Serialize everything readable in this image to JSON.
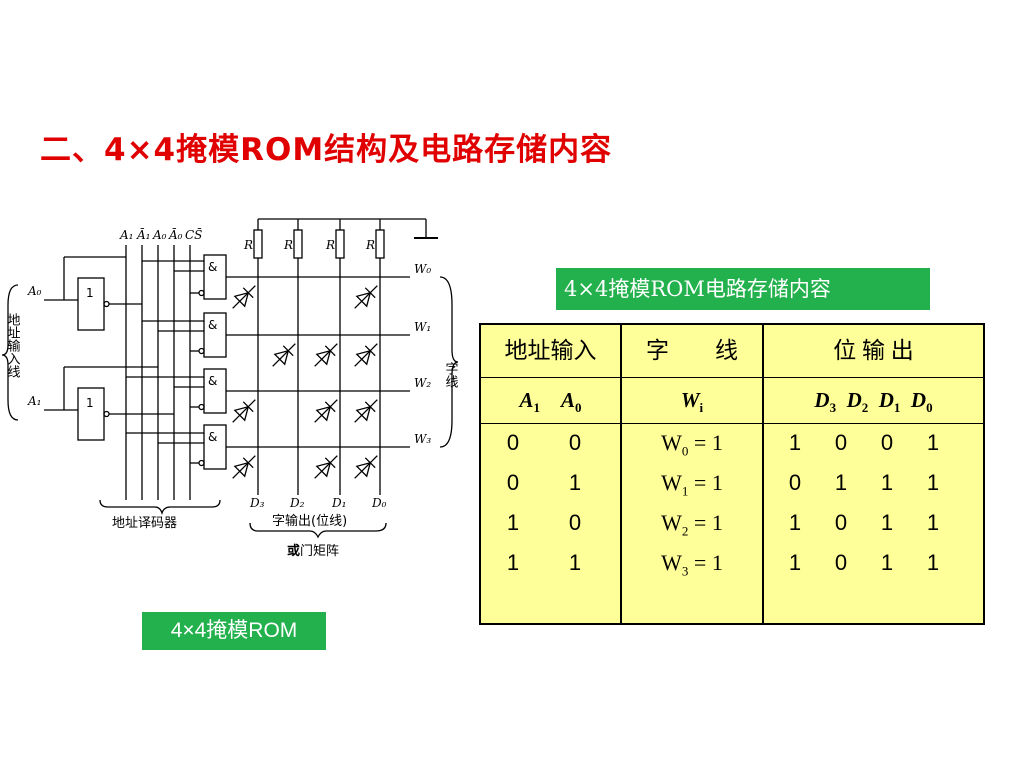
{
  "slide": {
    "title": "二、4×4掩模ROM结构及电路存储内容",
    "label_content": "4×4掩模ROM电路存储内容",
    "label_rom": "4×4掩模ROM"
  },
  "diagram": {
    "top_signals": [
      "A₁",
      "Ā₁",
      "A₀",
      "Ā₀",
      "CS̄"
    ],
    "resistor_label": "R",
    "word_lines": [
      "W₀",
      "W₁",
      "W₂",
      "W₃"
    ],
    "bit_lines": [
      "D₃",
      "D₂",
      "D₁",
      "D₀"
    ],
    "input_group_label": "地址输入线",
    "input_a0": "A₀",
    "input_a1": "A₁",
    "inverter_label": "1",
    "and_label": "&",
    "word_group_label": "字线",
    "decoder_label": "地址译码器",
    "output_label": "字输出(位线)",
    "matrix_label": "或门矩阵",
    "matrix_label_bold": "或",
    "matrix_label_rest": "门矩阵"
  },
  "table": {
    "headers": [
      "地址输入",
      "字　　线",
      "位 输 出"
    ],
    "sub_a1": "A",
    "sub_a1_idx": "1",
    "sub_a0": "A",
    "sub_a0_idx": "0",
    "sub_w": "W",
    "sub_w_idx": "i",
    "sub_d": [
      "D",
      "D",
      "D",
      "D"
    ],
    "sub_d_idx": [
      "3",
      "2",
      "1",
      "0"
    ],
    "rows": [
      {
        "a1": "0",
        "a0": "0",
        "w": "W",
        "wi": "0",
        "eq": " = 1",
        "d3": "1",
        "d2": "0",
        "d1": "0",
        "d0": "1"
      },
      {
        "a1": "0",
        "a0": "1",
        "w": "W",
        "wi": "1",
        "eq": " = 1",
        "d3": "0",
        "d2": "1",
        "d1": "1",
        "d0": "1"
      },
      {
        "a1": "1",
        "a0": "0",
        "w": "W",
        "wi": "2",
        "eq": " = 1",
        "d3": "1",
        "d2": "0",
        "d1": "1",
        "d0": "1"
      },
      {
        "a1": "1",
        "a0": "1",
        "w": "W",
        "wi": "3",
        "eq": " = 1",
        "d3": "1",
        "d2": "0",
        "d1": "1",
        "d0": "1"
      }
    ]
  },
  "colors": {
    "title": "#e00000",
    "label_bg": "#22b14c",
    "table_bg": "#ffff99"
  }
}
